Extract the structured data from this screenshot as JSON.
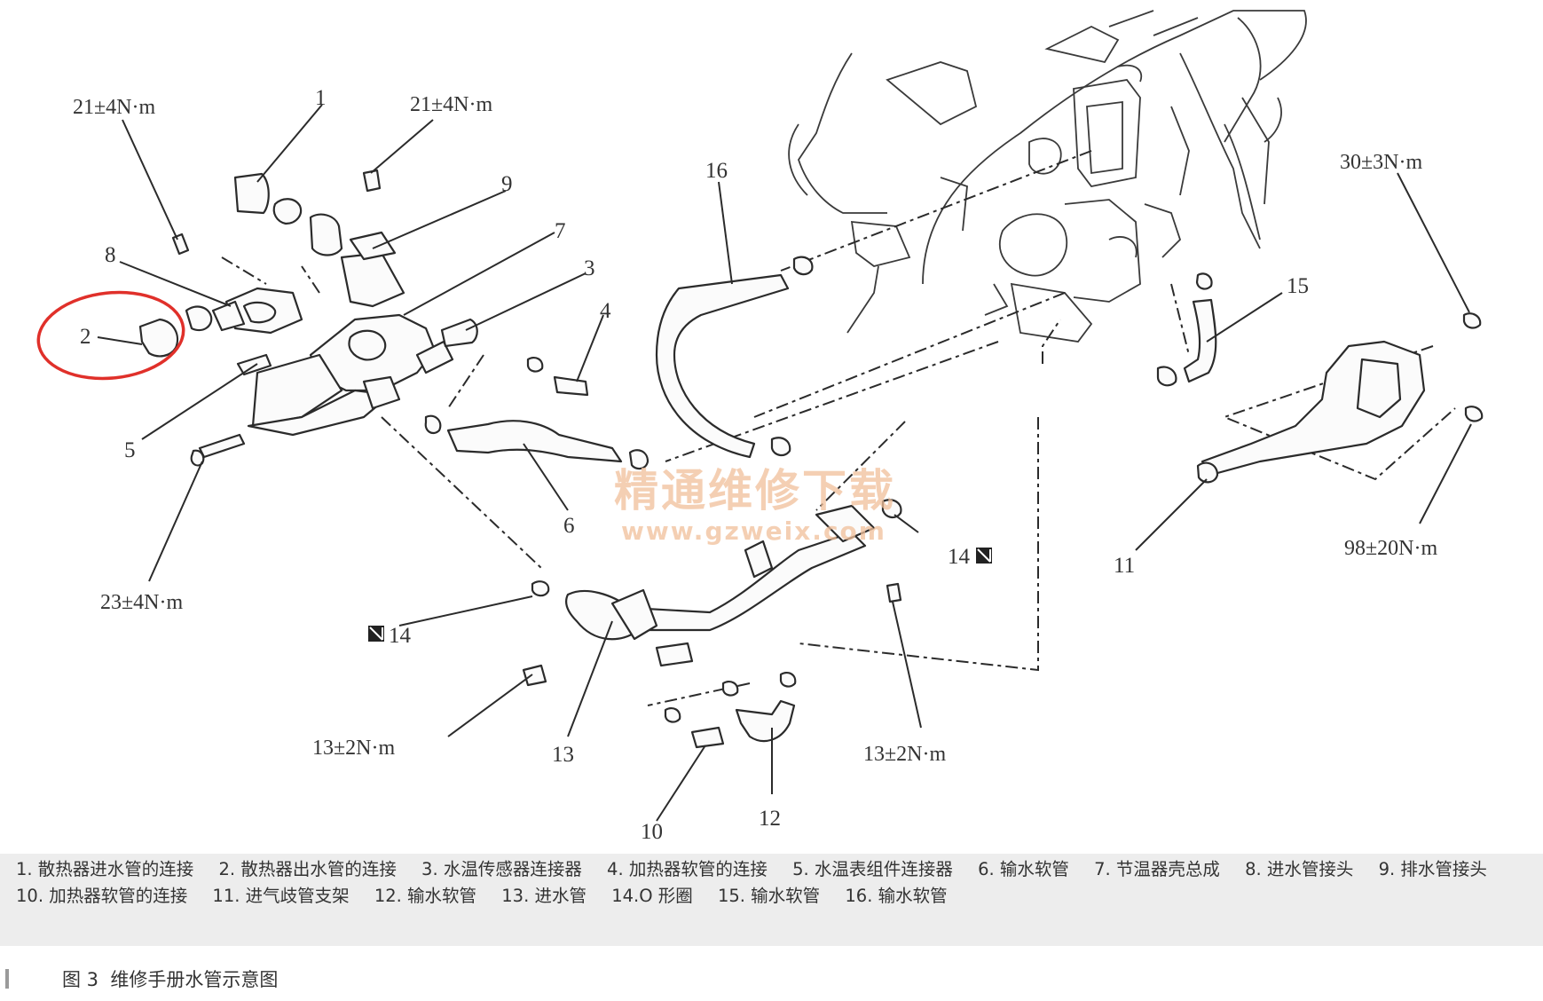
{
  "diagram": {
    "callouts": [
      "1",
      "2",
      "3",
      "4",
      "5",
      "6",
      "7",
      "8",
      "9",
      "10",
      "11",
      "12",
      "13",
      "14",
      "14",
      "15",
      "16"
    ],
    "torque_specs": {
      "t1": "21±4N·m",
      "t2": "21±4N·m",
      "t3": "30±3N·m",
      "t4": "23±4N·m",
      "t5": "98±20N·m",
      "t6": "13±2N·m",
      "t7": "13±2N·m"
    },
    "highlight_color": "#e0302a",
    "watermark": {
      "line1": "精通维修下载",
      "line2": "www.gzweix.com"
    }
  },
  "legend": {
    "row1": [
      "1. 散热器进水管的连接",
      "2. 散热器出水管的连接",
      "3. 水温传感器连接器",
      "4. 加热器软管的连接",
      "5. 水温表组件连接器",
      "6. 输水软管",
      "7. 节温器壳总成",
      "8. 进水管接头",
      "9. 排水管接头"
    ],
    "row2": [
      "10. 加热器软管的连接",
      "11. 进气歧管支架",
      "12. 输水软管",
      "13. 进水管",
      "14.O 形圈",
      "15. 输水软管",
      "16. 输水软管"
    ]
  },
  "caption": {
    "figure": "图 3",
    "title": "维修手册水管示意图"
  }
}
